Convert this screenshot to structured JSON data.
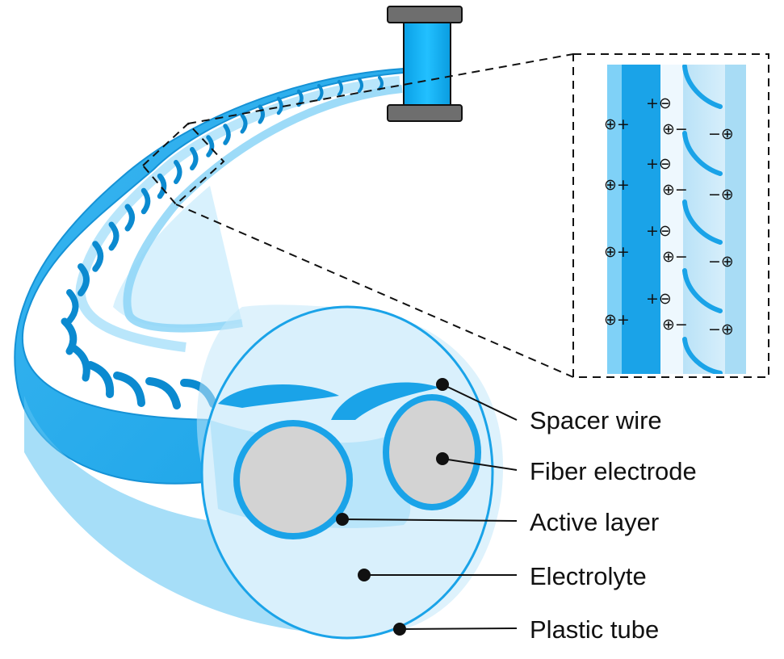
{
  "labels": {
    "spacer_wire": "Spacer wire",
    "fiber_electrode": "Fiber electrode",
    "active_layer": "Active layer",
    "electrolyte": "Electrolyte",
    "plastic_tube": "Plastic tube"
  },
  "inset": {
    "rows": [
      {
        "left_ion": "⊕+",
        "top_ion": "+⊖",
        "mid_ion": "⊕−",
        "right_ion": "−⊕"
      },
      {
        "left_ion": "⊕+",
        "top_ion": "+⊖",
        "mid_ion": "⊕−",
        "right_ion": "−⊕"
      },
      {
        "left_ion": "⊕+",
        "top_ion": "+⊖",
        "mid_ion": "⊕−",
        "right_ion": "−⊕"
      },
      {
        "left_ion": "⊕+",
        "top_ion": "+⊖",
        "mid_ion": "⊕−",
        "right_ion": "−⊕"
      }
    ]
  },
  "colors": {
    "tube_blue": "#1aa3e8",
    "dark_blue": "#0f8fd6",
    "light_blue": "#d6eefb",
    "core_gray": "#d3d3d3",
    "connector_gray": "#6e6e6e"
  }
}
